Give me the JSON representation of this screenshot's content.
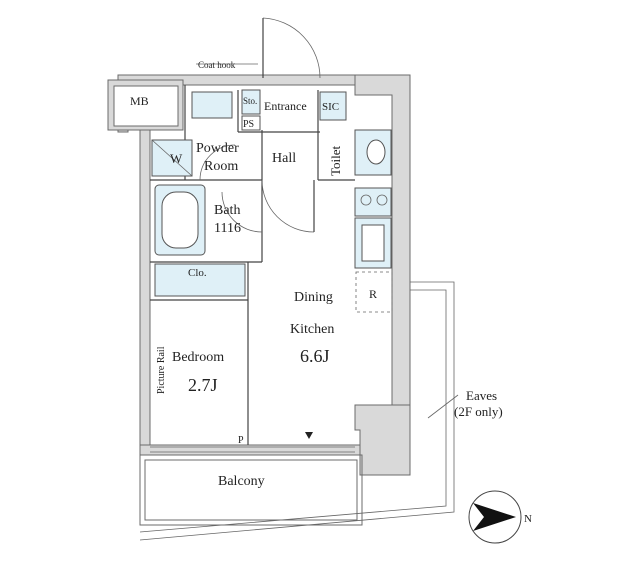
{
  "plan": {
    "rooms": {
      "mb": "MB",
      "sto": "Sto.",
      "ps": "PS",
      "entrance": "Entrance",
      "sic": "SIC",
      "coat_hook": "Coat hook",
      "powder_room_1": "Powder",
      "powder_room_2": "Room",
      "w": "W",
      "hall": "Hall",
      "toilet": "Toilet",
      "bath": "Bath",
      "bath_size": "1116",
      "clo": "Clo.",
      "dining": "Dining",
      "kitchen": "Kitchen",
      "dk_size": "6.6J",
      "r": "R",
      "bedroom": "Bedroom",
      "bedroom_size": "2.7J",
      "picture_rail": "Picture Rail",
      "p": "P",
      "balcony": "Balcony",
      "eaves_1": "Eaves",
      "eaves_2": "(2F only)"
    },
    "compass": {
      "letter": "N",
      "icon": "north-arrow-icon"
    },
    "colors": {
      "fixture": "#dff0f7",
      "wall": "#d9d9d9"
    }
  }
}
